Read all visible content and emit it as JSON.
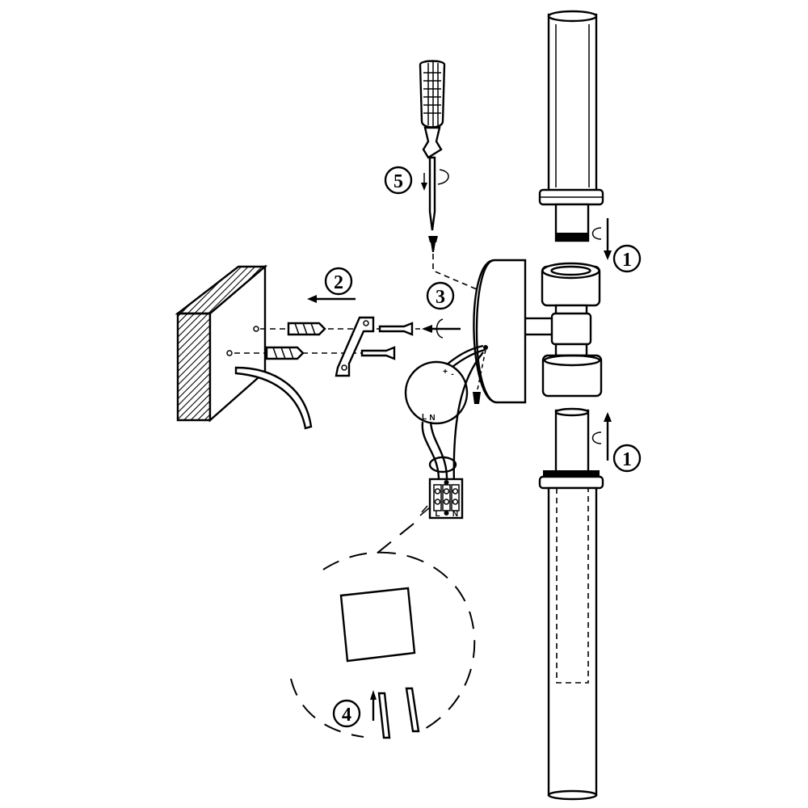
{
  "steps": {
    "step1_top": "1",
    "step1_bottom": "1",
    "step2": "2",
    "step3": "3",
    "step4": "4",
    "step5": "5"
  },
  "driver_labels": {
    "plus": "+",
    "minus": "-",
    "live": "L",
    "neutral": "N"
  },
  "terminal_labels": {
    "live": "L",
    "neutral": "N"
  },
  "colors": {
    "line": "#000000",
    "background": "#ffffff"
  }
}
